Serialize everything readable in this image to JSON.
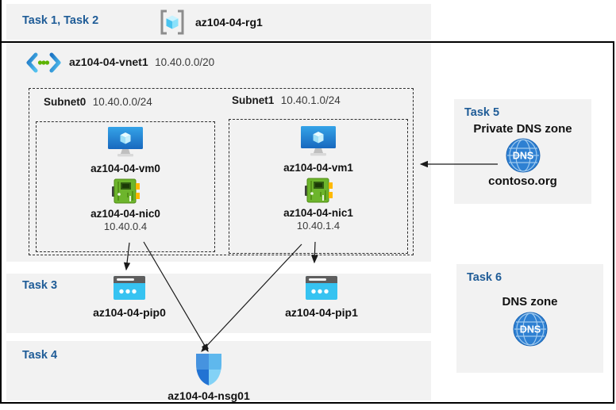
{
  "colors": {
    "task_blue": "#1F5C97",
    "band_gray": "#F2F2F2",
    "arrow": "#1a1a1a"
  },
  "header": {
    "tasks_label": "Task 1, Task 2",
    "resource_group": "az104-04-rg1"
  },
  "vnet": {
    "name": "az104-04-vnet1",
    "cidr": "10.40.0.0/20"
  },
  "subnets": [
    {
      "name": "Subnet0",
      "cidr": "10.40.0.0/24",
      "vm": "az104-04-vm0",
      "nic": "az104-04-nic0",
      "ip": "10.40.0.4"
    },
    {
      "name": "Subnet1",
      "cidr": "10.40.1.0/24",
      "vm": "az104-04-vm1",
      "nic": "az104-04-nic1",
      "ip": "10.40.1.4"
    }
  ],
  "task3": {
    "label": "Task 3",
    "pip0": "az104-04-pip0",
    "pip1": "az104-04-pip1"
  },
  "task4": {
    "label": "Task 4",
    "nsg": "az104-04-nsg01"
  },
  "task5": {
    "label": "Task 5",
    "title": "Private DNS zone",
    "zone_name": "contoso.org"
  },
  "task6": {
    "label": "Task 6",
    "title": "DNS zone"
  },
  "dns_icon_text": "DNS"
}
